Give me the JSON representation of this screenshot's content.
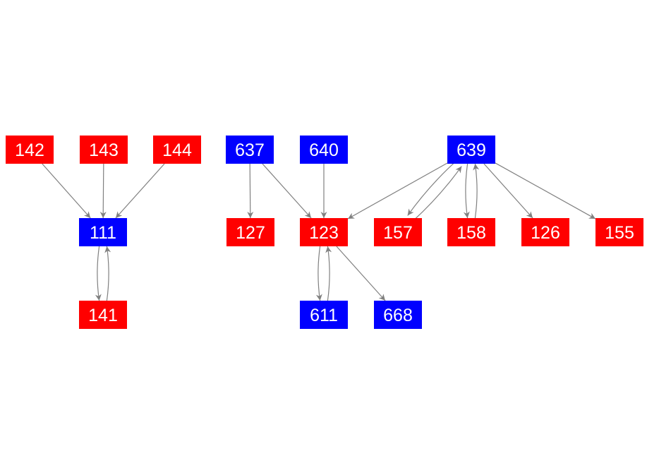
{
  "colors": {
    "red": "#ff0000",
    "blue": "#0000ff",
    "edge": "#808080"
  },
  "nodes": [
    {
      "id": "142",
      "label": "142",
      "color": "red"
    },
    {
      "id": "143",
      "label": "143",
      "color": "red"
    },
    {
      "id": "144",
      "label": "144",
      "color": "red"
    },
    {
      "id": "111",
      "label": "111",
      "color": "blue"
    },
    {
      "id": "141",
      "label": "141",
      "color": "red"
    },
    {
      "id": "637",
      "label": "637",
      "color": "blue"
    },
    {
      "id": "640",
      "label": "640",
      "color": "blue"
    },
    {
      "id": "639",
      "label": "639",
      "color": "blue"
    },
    {
      "id": "127",
      "label": "127",
      "color": "red"
    },
    {
      "id": "123",
      "label": "123",
      "color": "red"
    },
    {
      "id": "157",
      "label": "157",
      "color": "red"
    },
    {
      "id": "158",
      "label": "158",
      "color": "red"
    },
    {
      "id": "126",
      "label": "126",
      "color": "red"
    },
    {
      "id": "155",
      "label": "155",
      "color": "red"
    },
    {
      "id": "611",
      "label": "611",
      "color": "blue"
    },
    {
      "id": "668",
      "label": "668",
      "color": "blue"
    }
  ],
  "edges": [
    [
      "142",
      "111"
    ],
    [
      "143",
      "111"
    ],
    [
      "144",
      "111"
    ],
    [
      "111",
      "141"
    ],
    [
      "141",
      "111"
    ],
    [
      "637",
      "127"
    ],
    [
      "637",
      "123"
    ],
    [
      "640",
      "123"
    ],
    [
      "639",
      "123"
    ],
    [
      "639",
      "157"
    ],
    [
      "157",
      "639"
    ],
    [
      "639",
      "158"
    ],
    [
      "158",
      "639"
    ],
    [
      "639",
      "126"
    ],
    [
      "639",
      "155"
    ],
    [
      "123",
      "611"
    ],
    [
      "611",
      "123"
    ],
    [
      "123",
      "668"
    ]
  ]
}
